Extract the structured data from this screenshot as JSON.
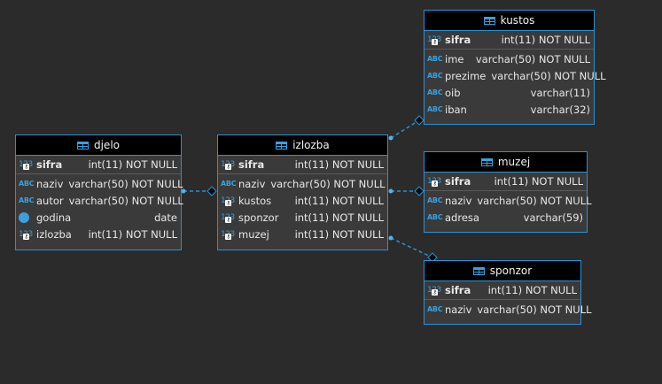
{
  "colors": {
    "background": "#2b2b2b",
    "border": "#2e90d0",
    "header": "#000000",
    "body": "#3a3a3a",
    "edge": "#2e90d0"
  },
  "entities": {
    "djelo": {
      "title": "djelo",
      "pk": {
        "name": "sifra",
        "type": "int(11) NOT NULL",
        "icon": "numeric-key-icon"
      },
      "columns": [
        {
          "name": "naziv",
          "type": "varchar(50) NOT NULL",
          "icon": "text-icon",
          "icon_text": "ABC"
        },
        {
          "name": "autor",
          "type": "varchar(50) NOT NULL",
          "icon": "text-icon",
          "icon_text": "ABC"
        },
        {
          "name": "godina",
          "type": "date",
          "icon": "clock-icon"
        },
        {
          "name": "izlozba",
          "type": "int(11) NOT NULL",
          "icon": "numeric-fk-icon",
          "icon_text": "123"
        }
      ]
    },
    "izlozba": {
      "title": "izlozba",
      "pk": {
        "name": "sifra",
        "type": "int(11) NOT NULL",
        "icon": "numeric-key-icon"
      },
      "columns": [
        {
          "name": "naziv",
          "type": "varchar(50) NOT NULL",
          "icon": "text-icon",
          "icon_text": "ABC"
        },
        {
          "name": "kustos",
          "type": "int(11) NOT NULL",
          "icon": "numeric-fk-icon",
          "icon_text": "123"
        },
        {
          "name": "sponzor",
          "type": "int(11) NOT NULL",
          "icon": "numeric-fk-icon",
          "icon_text": "123"
        },
        {
          "name": "muzej",
          "type": "int(11) NOT NULL",
          "icon": "numeric-fk-icon",
          "icon_text": "123"
        }
      ]
    },
    "kustos": {
      "title": "kustos",
      "pk": {
        "name": "sifra",
        "type": "int(11) NOT NULL",
        "icon": "numeric-key-icon"
      },
      "columns": [
        {
          "name": "ime",
          "type": "varchar(50) NOT NULL",
          "icon": "text-icon",
          "icon_text": "ABC"
        },
        {
          "name": "prezime",
          "type": "varchar(50) NOT NULL",
          "icon": "text-icon",
          "icon_text": "ABC"
        },
        {
          "name": "oib",
          "type": "varchar(11)",
          "icon": "text-icon",
          "icon_text": "ABC"
        },
        {
          "name": "iban",
          "type": "varchar(32)",
          "icon": "text-icon",
          "icon_text": "ABC"
        }
      ]
    },
    "muzej": {
      "title": "muzej",
      "pk": {
        "name": "sifra",
        "type": "int(11) NOT NULL",
        "icon": "numeric-key-icon"
      },
      "columns": [
        {
          "name": "naziv",
          "type": "varchar(50) NOT NULL",
          "icon": "text-icon",
          "icon_text": "ABC"
        },
        {
          "name": "adresa",
          "type": "varchar(59)",
          "icon": "text-icon",
          "icon_text": "ABC"
        }
      ]
    },
    "sponzor": {
      "title": "sponzor",
      "pk": {
        "name": "sifra",
        "type": "int(11) NOT NULL",
        "icon": "numeric-key-icon"
      },
      "columns": [
        {
          "name": "naziv",
          "type": "varchar(50) NOT NULL",
          "icon": "text-icon",
          "icon_text": "ABC"
        }
      ]
    }
  },
  "pk_icon_text": "123",
  "pk_badge_text": "⚷",
  "relationships": [
    {
      "from": "djelo.izlozba",
      "to": "izlozba"
    },
    {
      "from": "izlozba.kustos",
      "to": "kustos"
    },
    {
      "from": "izlozba.muzej",
      "to": "muzej"
    },
    {
      "from": "izlozba.sponzor",
      "to": "sponzor"
    }
  ]
}
